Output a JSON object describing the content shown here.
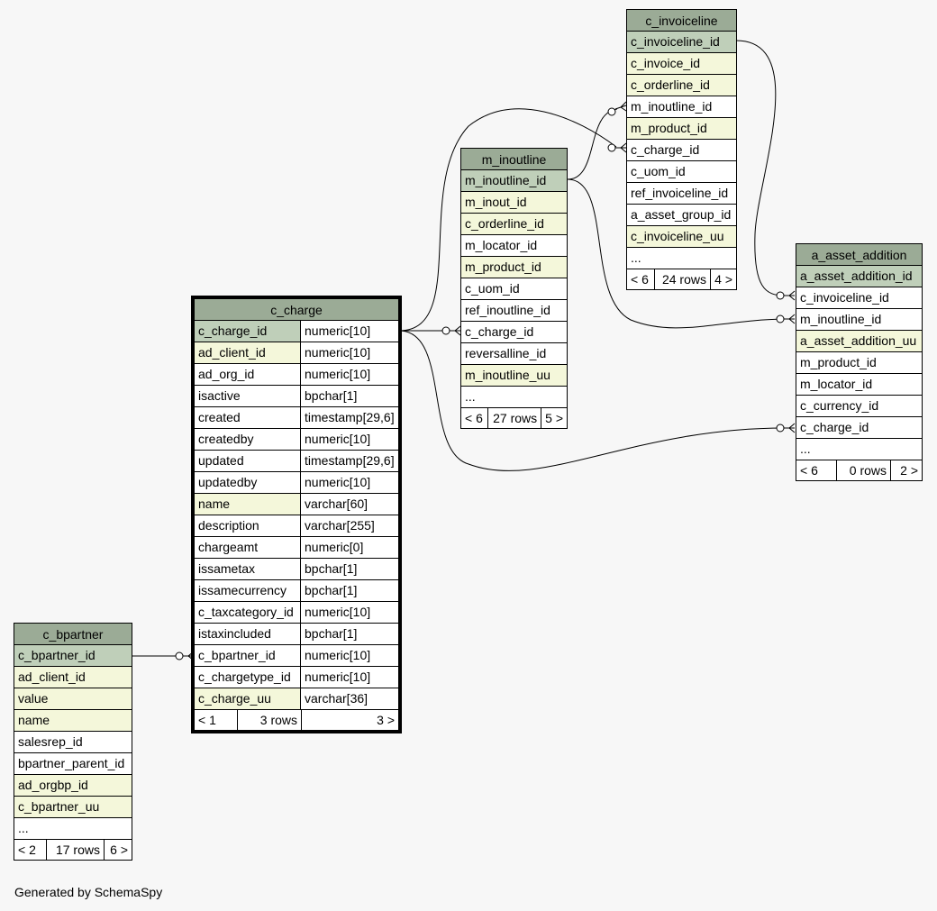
{
  "tables": [
    {
      "id": "c_invoiceline",
      "name": "c_invoiceline",
      "columns": [
        {
          "name": "c_invoiceline_id",
          "kind": "pk"
        },
        {
          "name": "c_invoice_id",
          "kind": "fk"
        },
        {
          "name": "c_orderline_id",
          "kind": "fk"
        },
        {
          "name": "m_inoutline_id",
          "kind": ""
        },
        {
          "name": "m_product_id",
          "kind": "fk"
        },
        {
          "name": "c_charge_id",
          "kind": ""
        },
        {
          "name": "c_uom_id",
          "kind": ""
        },
        {
          "name": "ref_invoiceline_id",
          "kind": ""
        },
        {
          "name": "a_asset_group_id",
          "kind": ""
        },
        {
          "name": "c_invoiceline_uu",
          "kind": "fk"
        },
        {
          "name": "...",
          "kind": ""
        }
      ],
      "footer": {
        "left": "< 6",
        "mid": "24 rows",
        "right": "4 >"
      }
    },
    {
      "id": "m_inoutline",
      "name": "m_inoutline",
      "columns": [
        {
          "name": "m_inoutline_id",
          "kind": "pk"
        },
        {
          "name": "m_inout_id",
          "kind": "fk"
        },
        {
          "name": "c_orderline_id",
          "kind": "fk"
        },
        {
          "name": "m_locator_id",
          "kind": ""
        },
        {
          "name": "m_product_id",
          "kind": "fk"
        },
        {
          "name": "c_uom_id",
          "kind": ""
        },
        {
          "name": "ref_inoutline_id",
          "kind": ""
        },
        {
          "name": "c_charge_id",
          "kind": ""
        },
        {
          "name": "reversalline_id",
          "kind": ""
        },
        {
          "name": "m_inoutline_uu",
          "kind": "fk"
        },
        {
          "name": "...",
          "kind": ""
        }
      ],
      "footer": {
        "left": "< 6",
        "mid": "27 rows",
        "right": "5 >"
      }
    },
    {
      "id": "a_asset_addition",
      "name": "a_asset_addition",
      "columns": [
        {
          "name": "a_asset_addition_id",
          "kind": "pk"
        },
        {
          "name": "c_invoiceline_id",
          "kind": ""
        },
        {
          "name": "m_inoutline_id",
          "kind": ""
        },
        {
          "name": "a_asset_addition_uu",
          "kind": "fk"
        },
        {
          "name": "m_product_id",
          "kind": ""
        },
        {
          "name": "m_locator_id",
          "kind": ""
        },
        {
          "name": "c_currency_id",
          "kind": ""
        },
        {
          "name": "c_charge_id",
          "kind": ""
        },
        {
          "name": "...",
          "kind": ""
        }
      ],
      "footer": {
        "left": "< 6",
        "mid": "0 rows",
        "right": "2 >"
      }
    },
    {
      "id": "c_charge",
      "name": "c_charge",
      "focus": true,
      "columns": [
        {
          "name": "c_charge_id",
          "type": "numeric[10]",
          "kind": "pk"
        },
        {
          "name": "ad_client_id",
          "type": "numeric[10]",
          "kind": "fk"
        },
        {
          "name": "ad_org_id",
          "type": "numeric[10]",
          "kind": ""
        },
        {
          "name": "isactive",
          "type": "bpchar[1]",
          "kind": ""
        },
        {
          "name": "created",
          "type": "timestamp[29,6]",
          "kind": ""
        },
        {
          "name": "createdby",
          "type": "numeric[10]",
          "kind": ""
        },
        {
          "name": "updated",
          "type": "timestamp[29,6]",
          "kind": ""
        },
        {
          "name": "updatedby",
          "type": "numeric[10]",
          "kind": ""
        },
        {
          "name": "name",
          "type": "varchar[60]",
          "kind": "fk"
        },
        {
          "name": "description",
          "type": "varchar[255]",
          "kind": ""
        },
        {
          "name": "chargeamt",
          "type": "numeric[0]",
          "kind": ""
        },
        {
          "name": "issametax",
          "type": "bpchar[1]",
          "kind": ""
        },
        {
          "name": "issamecurrency",
          "type": "bpchar[1]",
          "kind": ""
        },
        {
          "name": "c_taxcategory_id",
          "type": "numeric[10]",
          "kind": ""
        },
        {
          "name": "istaxincluded",
          "type": "bpchar[1]",
          "kind": ""
        },
        {
          "name": "c_bpartner_id",
          "type": "numeric[10]",
          "kind": ""
        },
        {
          "name": "c_chargetype_id",
          "type": "numeric[10]",
          "kind": ""
        },
        {
          "name": "c_charge_uu",
          "type": "varchar[36]",
          "kind": "fk"
        }
      ],
      "footer": {
        "left": "< 1",
        "mid": "3 rows",
        "right": "3 >"
      }
    },
    {
      "id": "c_bpartner",
      "name": "c_bpartner",
      "columns": [
        {
          "name": "c_bpartner_id",
          "kind": "pk"
        },
        {
          "name": "ad_client_id",
          "kind": "fk"
        },
        {
          "name": "value",
          "kind": "fk"
        },
        {
          "name": "name",
          "kind": "fk"
        },
        {
          "name": "salesrep_id",
          "kind": ""
        },
        {
          "name": "bpartner_parent_id",
          "kind": ""
        },
        {
          "name": "ad_orgbp_id",
          "kind": "fk"
        },
        {
          "name": "c_bpartner_uu",
          "kind": "fk"
        },
        {
          "name": "...",
          "kind": ""
        }
      ],
      "footer": {
        "left": "< 2",
        "mid": "17 rows",
        "right": "6 >"
      }
    }
  ],
  "relationships": [
    {
      "from": "c_charge.c_charge_id",
      "to": "c_invoiceline.c_charge_id"
    },
    {
      "from": "c_charge.c_charge_id",
      "to": "m_inoutline.c_charge_id"
    },
    {
      "from": "c_charge.c_charge_id",
      "to": "a_asset_addition.c_charge_id"
    },
    {
      "from": "m_inoutline.m_inoutline_id",
      "to": "c_invoiceline.m_inoutline_id"
    },
    {
      "from": "m_inoutline.m_inoutline_id",
      "to": "a_asset_addition.m_inoutline_id"
    },
    {
      "from": "c_invoiceline.c_invoiceline_id",
      "to": "a_asset_addition.c_invoiceline_id"
    },
    {
      "from": "c_bpartner.c_bpartner_id",
      "to": "c_charge.c_bpartner_id"
    }
  ],
  "caption": "Generated by SchemaSpy",
  "colors": {
    "header": "#9bab96",
    "primary_key": "#bfcfb9",
    "foreign_key": "#f4f7da",
    "background": "#f7f7f7"
  }
}
